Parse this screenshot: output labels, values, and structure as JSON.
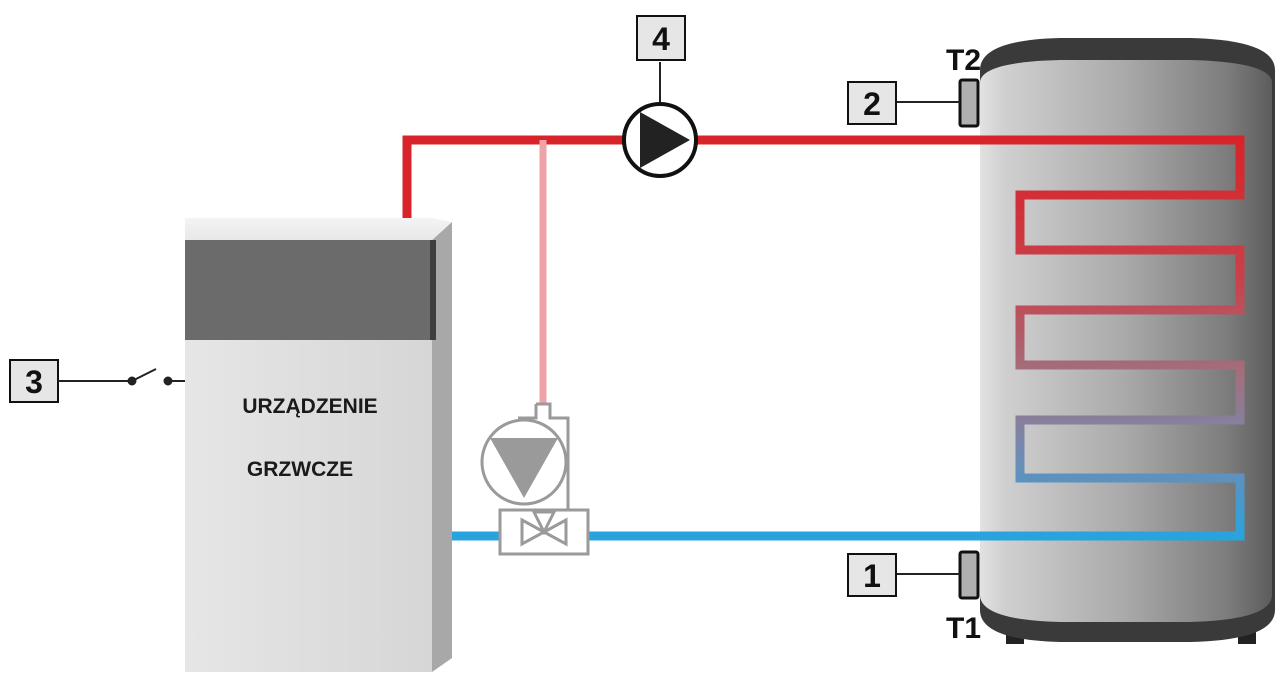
{
  "device": {
    "line1": "URZĄDZENIE",
    "line2": "GRZWCZE"
  },
  "markers": {
    "m1": "1",
    "m2": "2",
    "m3": "3",
    "m4": "4"
  },
  "sensors": {
    "t1": "T1",
    "t2": "T2"
  },
  "colors": {
    "supply_pipe": "#d8232a",
    "return_pipe": "#29a3de",
    "bypass_pipe": "#efa3a6",
    "valve_outline": "#9a9a9a",
    "pump_fill": "#222222",
    "tank_body": "#9a9a9a",
    "tank_cap": "#3a3a3a",
    "device_body": "#d9d9d9",
    "device_panel": "#6b6b6b"
  },
  "icons": {
    "pump": "circulation-pump-icon",
    "mixing_pump": "mixing-pump-icon",
    "valve": "three-way-valve-icon",
    "switch": "switch-icon",
    "sensor": "temperature-sensor-icon"
  }
}
